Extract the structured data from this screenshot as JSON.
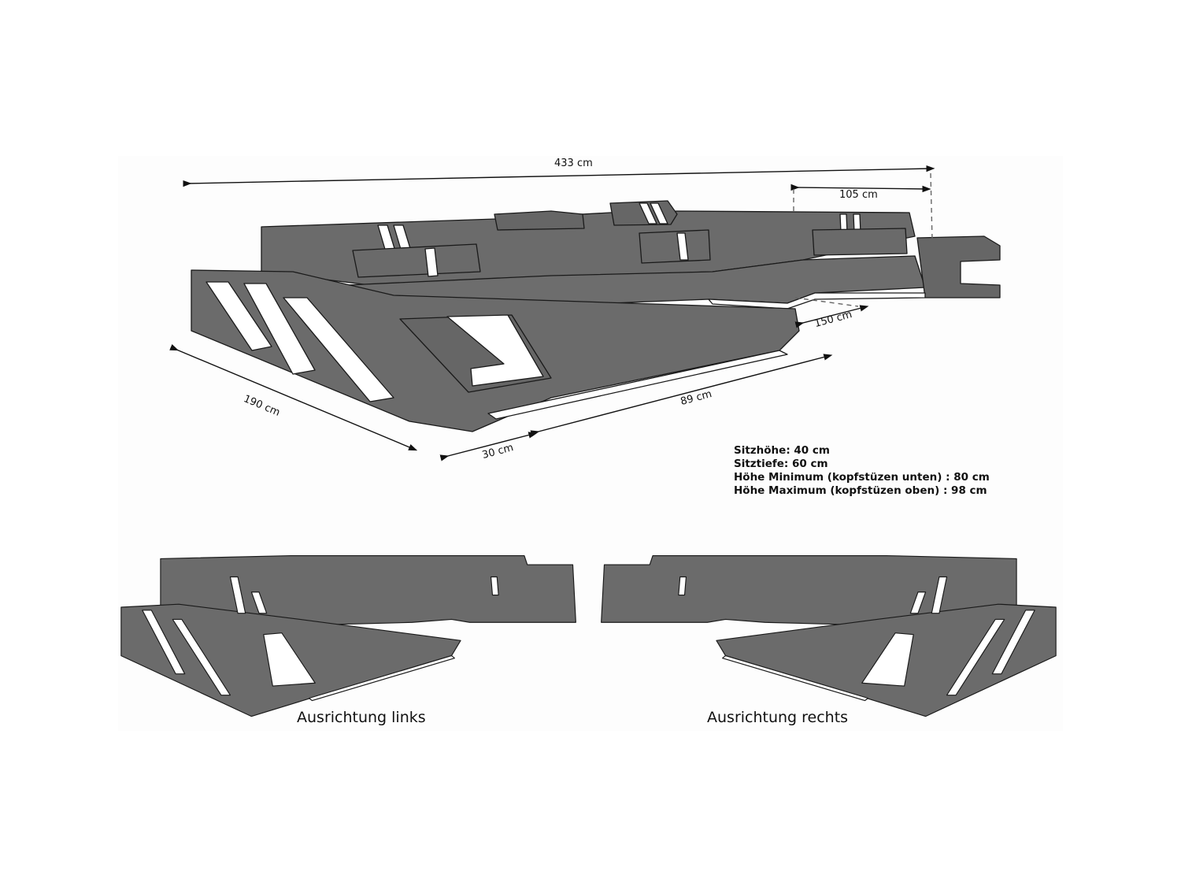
{
  "diagram": {
    "subject": "U-shaped sectional sofa with LED lighting – dimension drawing",
    "colors": {
      "upholstery": "#6b6b6b",
      "outline": "#1a1a1a",
      "led": "#ffffff",
      "background": "#ffffff"
    },
    "dimensions": {
      "total_width": "433 cm",
      "right_section_width": "105 cm",
      "right_depth": "150 cm",
      "front_length": "89 cm",
      "left_depth": "190 cm",
      "armrest_width": "30 cm"
    },
    "specs": [
      "Sitzhöhe: 40 cm",
      "Sitztiefe: 60 cm",
      "Höhe Minimum (kopfstüzen unten) : 80 cm",
      "Höhe Maximum (kopfstüzen oben) : 98 cm"
    ],
    "variants": [
      {
        "label": "Ausrichtung links"
      },
      {
        "label": "Ausrichtung rechts"
      }
    ]
  }
}
